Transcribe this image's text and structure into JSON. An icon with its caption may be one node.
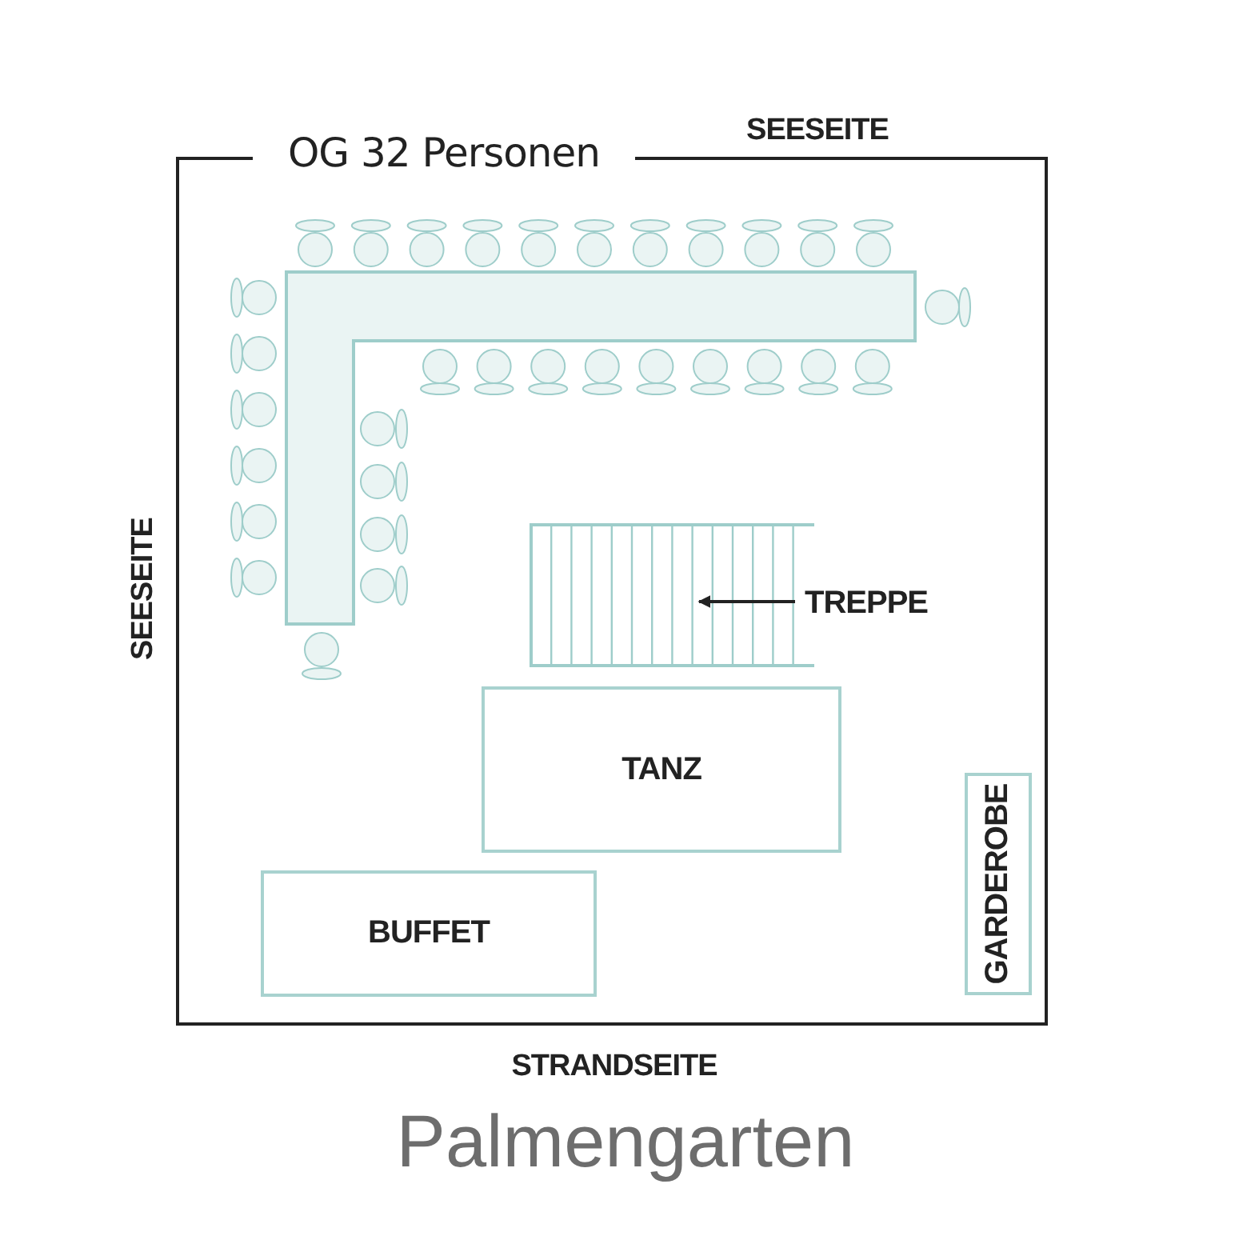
{
  "diagram": {
    "title": "Palmengarten",
    "nodes": [
      {
        "text": [
          "OG 32 Personen"
        ]
      },
      {
        "text": [
          "TREPPE"
        ],
        "in": 0
      },
      {
        "text": [],
        "shape": "box",
        "in": 0
      },
      {
        "text": [
          "TANZ"
        ],
        "in": 0
      },
      {
        "text": [
          "BUFFET"
        ],
        "in": 0
      },
      {
        "text": [
          "GARDEROBE"
        ],
        "in": 0
      }
    ],
    "edges": [
      {
        "from": 1,
        "to": 2,
        "arrow": "to"
      }
    ],
    "labels": [
      "SEESEITE",
      "SEESEITE",
      "STRANDSEITE"
    ]
  }
}
